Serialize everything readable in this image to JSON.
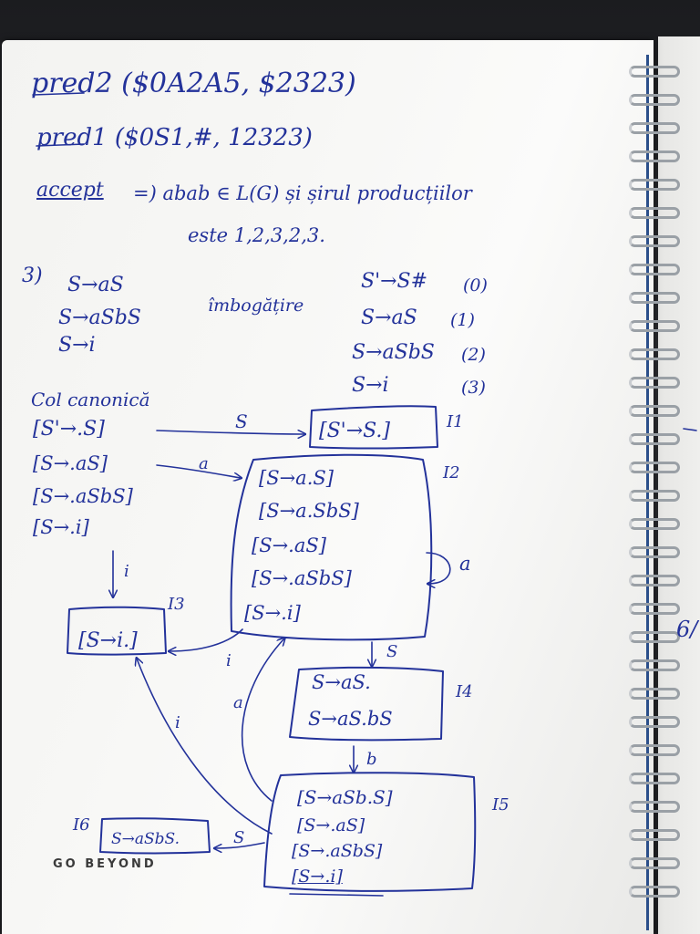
{
  "notes": {
    "line1": "pred2 ($0A2A5, $2323)",
    "line2": "pred1 ($0S1,#, 12323)",
    "line3_key": "accept",
    "line3_text": "=) abab ∈ L(G) și șirul producțiilor",
    "line4": "este 1,2,3,2,3.",
    "sec3": "3)",
    "g1": "S→aS",
    "g2": "S→aSbS",
    "g3": "S→i",
    "augmented_label": "îmbogățire",
    "aug0": "S'→S#",
    "aug0_num": "(0)",
    "aug1": "S→aS",
    "aug1_num": "(1)",
    "aug2": "S→aSbS",
    "aug2_num": "(2)",
    "aug3": "S→i",
    "aug3_num": "(3)",
    "col_canonica": "Col canonică",
    "i0_1": "[S'→.S]",
    "i0_2": "[S→.aS]",
    "i0_3": "[S→.aSbS]",
    "i0_4": "[S→.i]",
    "i1_label": "I1",
    "i1_1": "[S'→S.]",
    "i2_label": "I2",
    "i2_1": "[S→a.S]",
    "i2_2": "[S→a.SbS]",
    "i2_3": "[S→.aS]",
    "i2_4": "[S→.aSbS]",
    "i2_5": "[S→.i]",
    "i3_label": "I3",
    "i3_1": "[S→i.]",
    "i4_label": "I4",
    "i4_1": "S→aS.",
    "i4_2": "S→aS.bS",
    "i5_label": "I5",
    "i5_1": "[S→aSb.S]",
    "i5_2": "[S→.aS]",
    "i5_3": "[S→.aSbS]",
    "i5_4": "[S→.i]",
    "i6_label": "I6",
    "i6_1": "S→aSbS.",
    "edge_s1": "S",
    "edge_a1": "a",
    "edge_a_loop": "a",
    "edge_i1": "i",
    "edge_i2": "i",
    "edge_s2": "S",
    "edge_a2": "a",
    "edge_i3": "i",
    "edge_b": "b",
    "edge_s3": "S",
    "right_margin": "6/",
    "brand": "GO BEYOND"
  },
  "colors": {
    "ink": "#23329a",
    "paper": "#f7f7f5",
    "spine": "#2b4f8a"
  }
}
